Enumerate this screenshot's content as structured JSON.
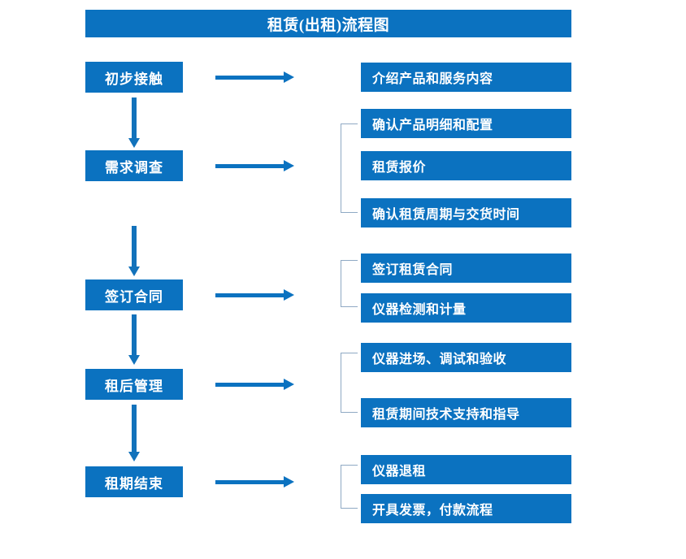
{
  "title": "租赁(出租)流程图",
  "colors": {
    "box_blue": "#0b72c0",
    "arrow_blue": "#1272bb",
    "bracket_gray": "#8fa9c4",
    "text_white": "#ffffff",
    "background": "#ffffff"
  },
  "stages": [
    {
      "label": "初步接触"
    },
    {
      "label": "需求调查"
    },
    {
      "label": "签订合同"
    },
    {
      "label": "租后管理"
    },
    {
      "label": "租期结束"
    }
  ],
  "detail_groups": [
    {
      "stage": "初步接触",
      "bracketed": false,
      "items": [
        {
          "label": "介绍产品和服务内容"
        }
      ]
    },
    {
      "stage": "需求调查",
      "bracketed": true,
      "items": [
        {
          "label": "确认产品明细和配置"
        },
        {
          "label": "租赁报价"
        },
        {
          "label": "确认租赁周期与交货时间"
        }
      ]
    },
    {
      "stage": "签订合同",
      "bracketed": true,
      "items": [
        {
          "label": "签订租赁合同"
        },
        {
          "label": "仪器检测和计量"
        }
      ]
    },
    {
      "stage": "租后管理",
      "bracketed": true,
      "items": [
        {
          "label": "仪器进场、调试和验收"
        },
        {
          "label": "租赁期间技术支持和指导"
        }
      ]
    },
    {
      "stage": "租期结束",
      "bracketed": true,
      "items": [
        {
          "label": "仪器退租"
        },
        {
          "label": "开具发票，付款流程"
        }
      ]
    }
  ]
}
